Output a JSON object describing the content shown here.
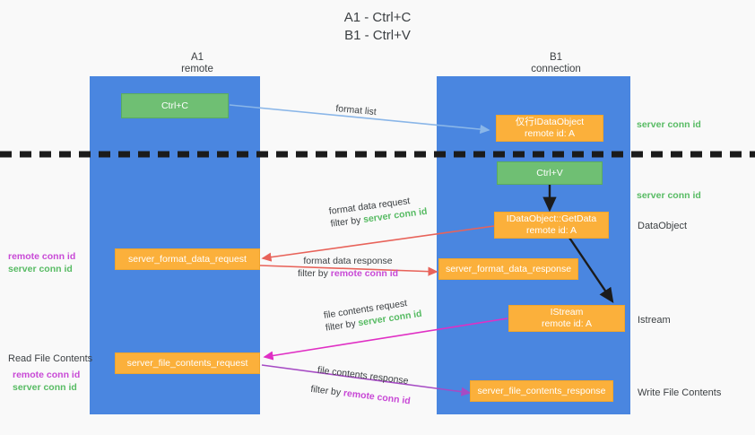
{
  "title": {
    "line1": "A1 - Ctrl+C",
    "line2": "B1 - Ctrl+V"
  },
  "columns": [
    {
      "id": "a1",
      "name": "A1",
      "role": "remote"
    },
    {
      "id": "b1",
      "name": "B1",
      "role": "connection"
    }
  ],
  "nodes": {
    "ctrl_c": {
      "label": "Ctrl+C",
      "sub": ""
    },
    "idataobject": {
      "label": "仅行IDataObject",
      "sub": "remote id: A"
    },
    "ctrl_v": {
      "label": "Ctrl+V",
      "sub": ""
    },
    "getdata": {
      "label": "IDataObject::GetData",
      "sub": "remote id: A"
    },
    "server_format_data_request": {
      "label": "server_format_data_request",
      "sub": ""
    },
    "server_format_data_response": {
      "label": "server_format_data_response",
      "sub": ""
    },
    "istream": {
      "label": "IStream",
      "sub": "remote id: A"
    },
    "server_file_contents_request": {
      "label": "server_file_contents_request",
      "sub": ""
    },
    "server_file_contents_response": {
      "label": "server_file_contents_response",
      "sub": ""
    }
  },
  "edges": {
    "format_list": {
      "label": "format list"
    },
    "format_data_request": {
      "label": "format data request",
      "filter_prefix": "filter by ",
      "filter_key": "server conn id"
    },
    "format_data_response": {
      "label": "format data response",
      "filter_prefix": "filter by ",
      "filter_key": "remote conn id"
    },
    "file_contents_request": {
      "label": "file contents request",
      "filter_prefix": "filter by ",
      "filter_key": "server conn id"
    },
    "file_contents_response": {
      "label": "file contents response",
      "filter_prefix": "filter by ",
      "filter_key": "remote conn id"
    }
  },
  "annotations": {
    "right_server_conn_top": "server conn id",
    "right_server_conn_mid": "server conn id",
    "right_dataobject": "DataObject",
    "right_istream": "Istream",
    "right_write_file_contents": "Write File Contents",
    "left_remote_conn_1": "remote conn id",
    "left_server_conn_1": "server conn id",
    "left_read_file_contents": "Read File Contents",
    "left_remote_conn_2": "remote conn id",
    "left_server_conn_2": "server conn id"
  },
  "colors": {
    "lane": "#4a86e0",
    "green_node": "#6fbf73",
    "orange_node": "#fbb03b",
    "server_conn": "#57bb63",
    "remote_conn": "#c849d6",
    "divider": "#1b1b1b",
    "blue_arrow": "#8ab6e8",
    "red_arrow": "#e8635a",
    "black_arrow": "#1b1b1b",
    "magenta_arrow": "#c849d6",
    "purple_arrow": "#a64bc4",
    "background": "#f9f9f9"
  }
}
